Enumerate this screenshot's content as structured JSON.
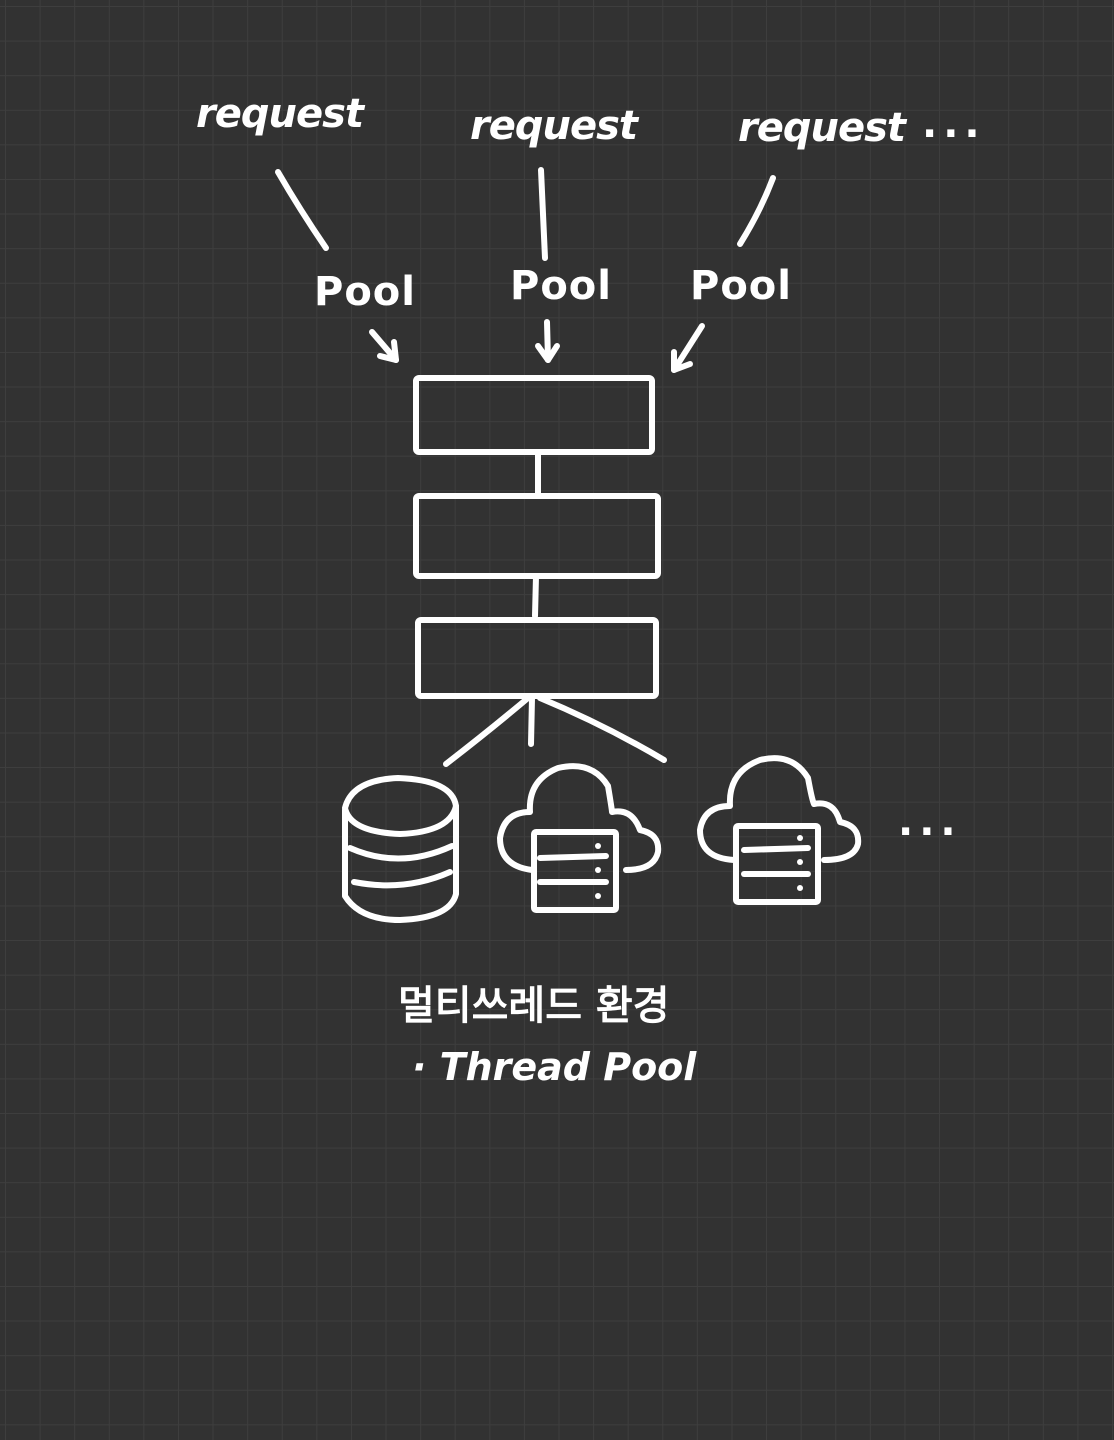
{
  "requests": [
    {
      "label": "request"
    },
    {
      "label": "request"
    },
    {
      "label": "request"
    }
  ],
  "requests_more": "...",
  "pools": [
    {
      "label": "Pool"
    },
    {
      "label": "Pool"
    },
    {
      "label": "Pool"
    }
  ],
  "resources_more": "...",
  "caption": {
    "title": "멀티쓰레드 환경",
    "subtitle": "· Thread Pool"
  },
  "icons": [
    "database-icon",
    "cloud-server-icon",
    "cloud-server-icon"
  ],
  "colors": {
    "background": "#323232",
    "grid": "#3e3e3e",
    "ink": "#ffffff"
  }
}
